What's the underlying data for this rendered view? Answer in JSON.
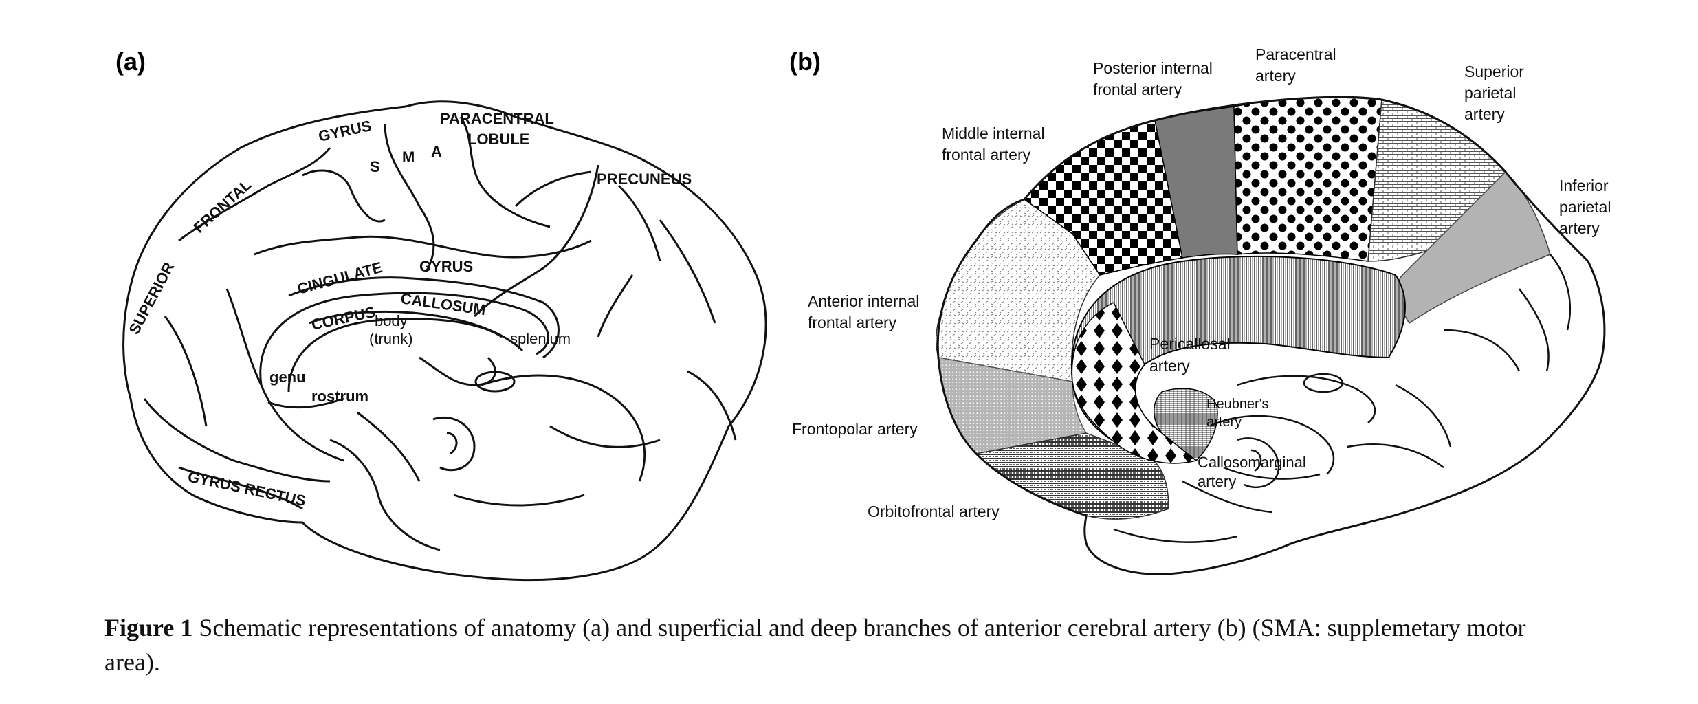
{
  "panel_a": {
    "letter": "(a)",
    "labels": {
      "gyrus_top": "GYRUS",
      "paracentral": "PARACENTRAL",
      "lobule": "LOBULE",
      "s": "S",
      "m": "M",
      "a": "A",
      "frontal": "FRONTAL",
      "precuneus": "PRECUNEUS",
      "superior": "SUPERIOR",
      "cingulate": "CINGULATE",
      "gyrus_mid": "GYRUS",
      "corpus": "CORPUS",
      "callosum": "CALLOSUM",
      "body": "body",
      "trunk": "(trunk)",
      "splenium": "splenium",
      "genu": "genu",
      "rostrum": "rostrum",
      "gyrus_rectus": "GYRUS RECTUS"
    }
  },
  "panel_b": {
    "letter": "(b)",
    "labels": {
      "posterior_1": "Posterior internal",
      "posterior_2": "frontal artery",
      "paracentral_1": "Paracentral",
      "paracentral_2": "artery",
      "superior_1": "Superior",
      "superior_2": "parietal",
      "superior_3": "artery",
      "middle_1": "Middle internal",
      "middle_2": "frontal artery",
      "inferior_1": "Inferior",
      "inferior_2": "parietal",
      "inferior_3": "artery",
      "anterior_1": "Anterior internal",
      "anterior_2": "frontal artery",
      "pericallosal_1": "Pericallosal",
      "pericallosal_2": "artery",
      "heubner_1": "Heubner's",
      "heubner_2": "artery",
      "frontopolar": "Frontopolar artery",
      "callosomarginal_1": "Callosomarginal",
      "callosomarginal_2": "artery",
      "orbitofrontal": "Orbitofrontal artery"
    }
  },
  "caption": {
    "label": "Figure 1",
    "text": " Schematic representations of anatomy (a) and superficial and deep branches of anterior cerebral artery (b) (SMA: supplemetary motor area)."
  }
}
